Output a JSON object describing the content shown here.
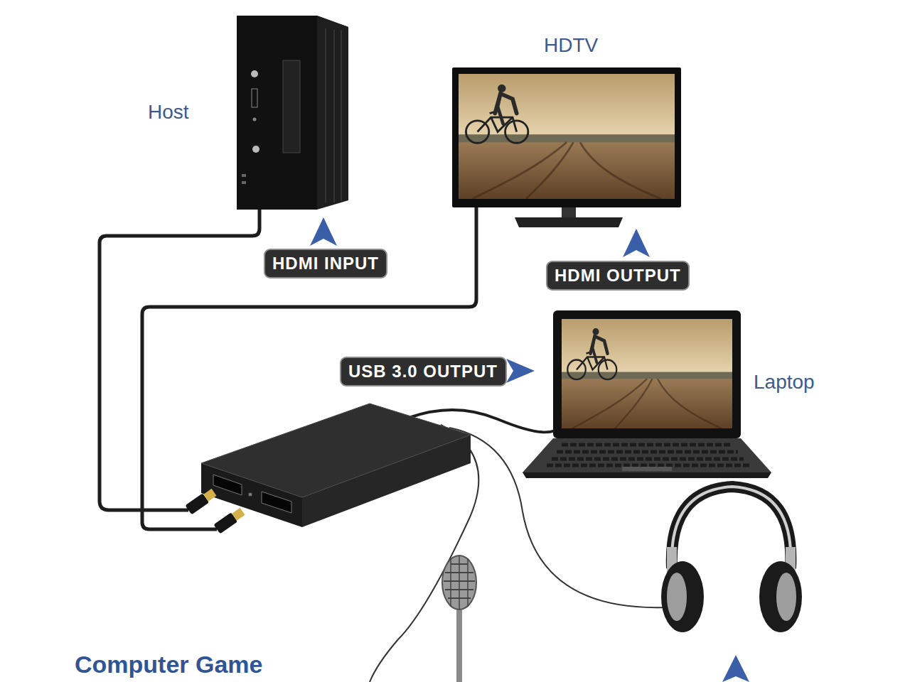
{
  "diagram": {
    "nodes": [
      {
        "text": [
          "HDMI INPUT"
        ]
      },
      {
        "text": [
          "HDMI OUTPUT"
        ]
      },
      {
        "text": [
          "USB 3.0 OUTPUT"
        ]
      }
    ],
    "labels": [
      "Host",
      "HDTV",
      "Laptop",
      "Computer Game"
    ]
  }
}
